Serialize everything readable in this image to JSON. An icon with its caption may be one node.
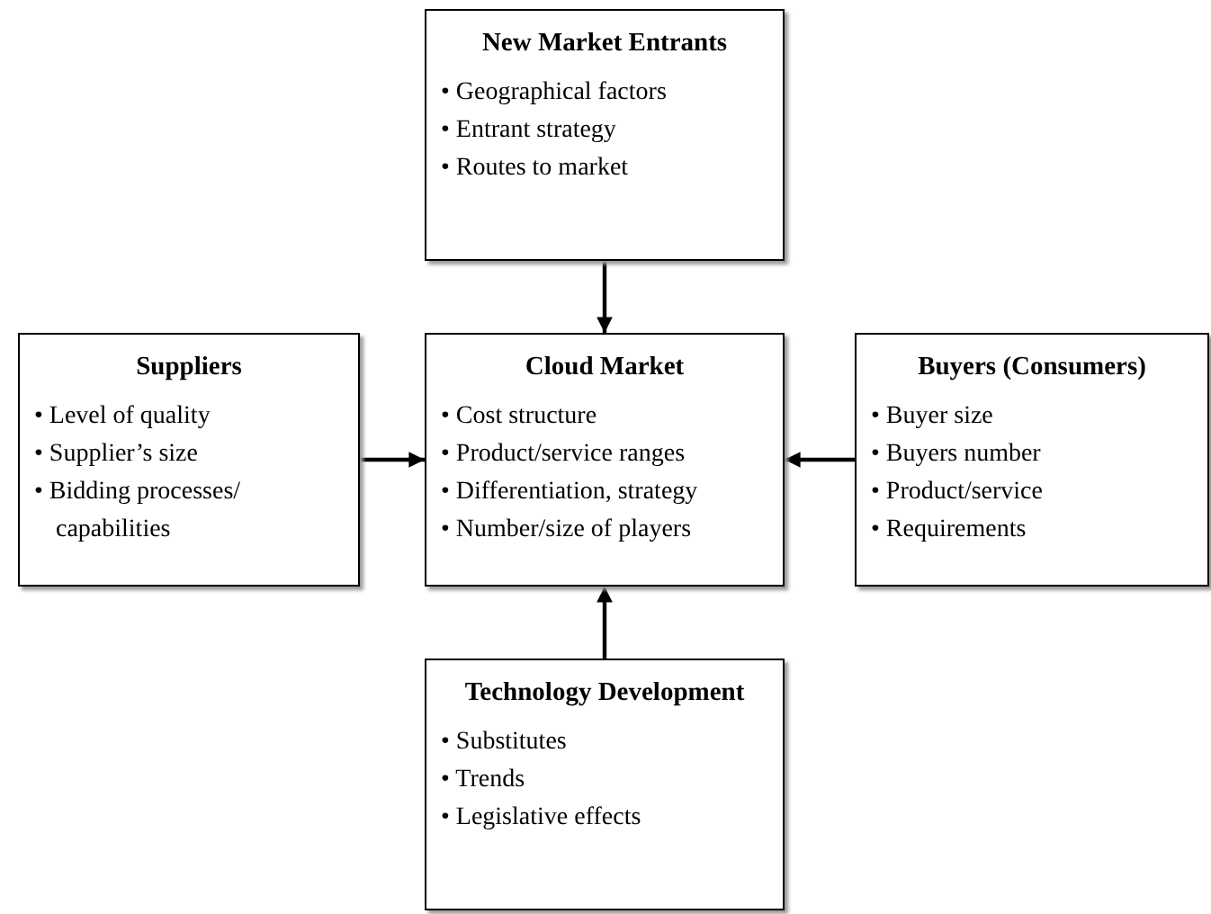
{
  "diagram": {
    "nodes": [
      {
        "text": [
          "New Market Entrants",
          "• Geographical factors",
          "• Entrant strategy",
          "• Routes to market"
        ]
      },
      {
        "text": [
          "Suppliers",
          "• Level of quality",
          "• Supplier’s size",
          "• Bidding processes/ capabilities"
        ]
      },
      {
        "text": [
          "Cloud Market",
          "• Cost structure",
          "• Product/service ranges",
          "• Differentiation, strategy",
          "• Number/size of players"
        ]
      },
      {
        "text": [
          "Buyers (Consumers)",
          "• Buyer size",
          "• Buyers number",
          "• Product/service",
          "• Requirements"
        ]
      },
      {
        "text": [
          "Technology Development",
          "• Substitutes",
          "• Trends",
          "• Legislative effects"
        ]
      }
    ],
    "edges": [
      {
        "from": 0,
        "to": 2,
        "arrow": "to"
      },
      {
        "from": 1,
        "to": 2,
        "arrow": "to"
      },
      {
        "from": 3,
        "to": 2,
        "arrow": "to"
      },
      {
        "from": 4,
        "to": 2,
        "arrow": "to"
      }
    ]
  }
}
